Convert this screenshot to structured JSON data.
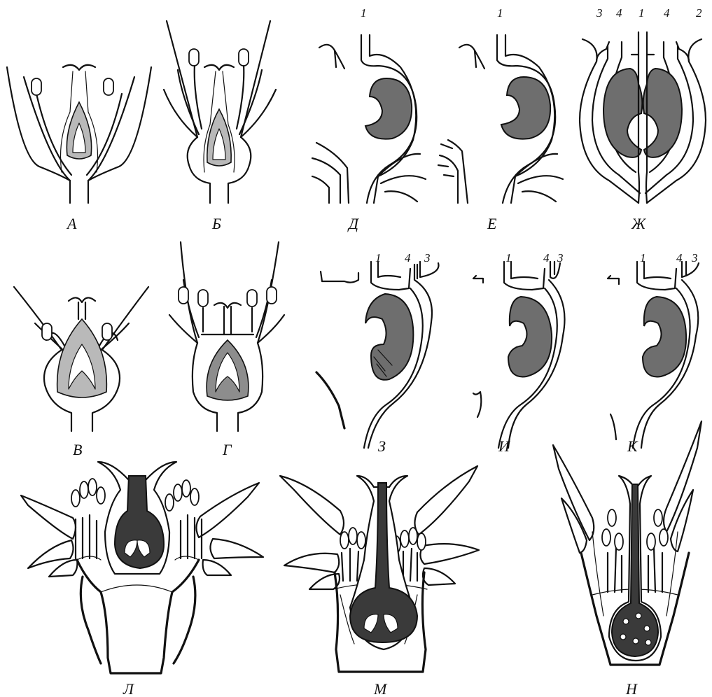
{
  "panel_labels": {
    "A": "А",
    "B": "Б",
    "V": "В",
    "G": "Г",
    "D": "Д",
    "E": "Е",
    "ZH": "Ж",
    "Z": "З",
    "I": "И",
    "K": "К",
    "L": "Л",
    "M": "М",
    "N": "Н"
  },
  "part_numbers": {
    "n1": "1",
    "n2": "2",
    "n3": "3",
    "n4": "4"
  },
  "colors": {
    "ink": "#111111",
    "ovary_fill": "#b9b9b9",
    "ovule_fill": "#6e6e6e",
    "background": "#ffffff"
  }
}
